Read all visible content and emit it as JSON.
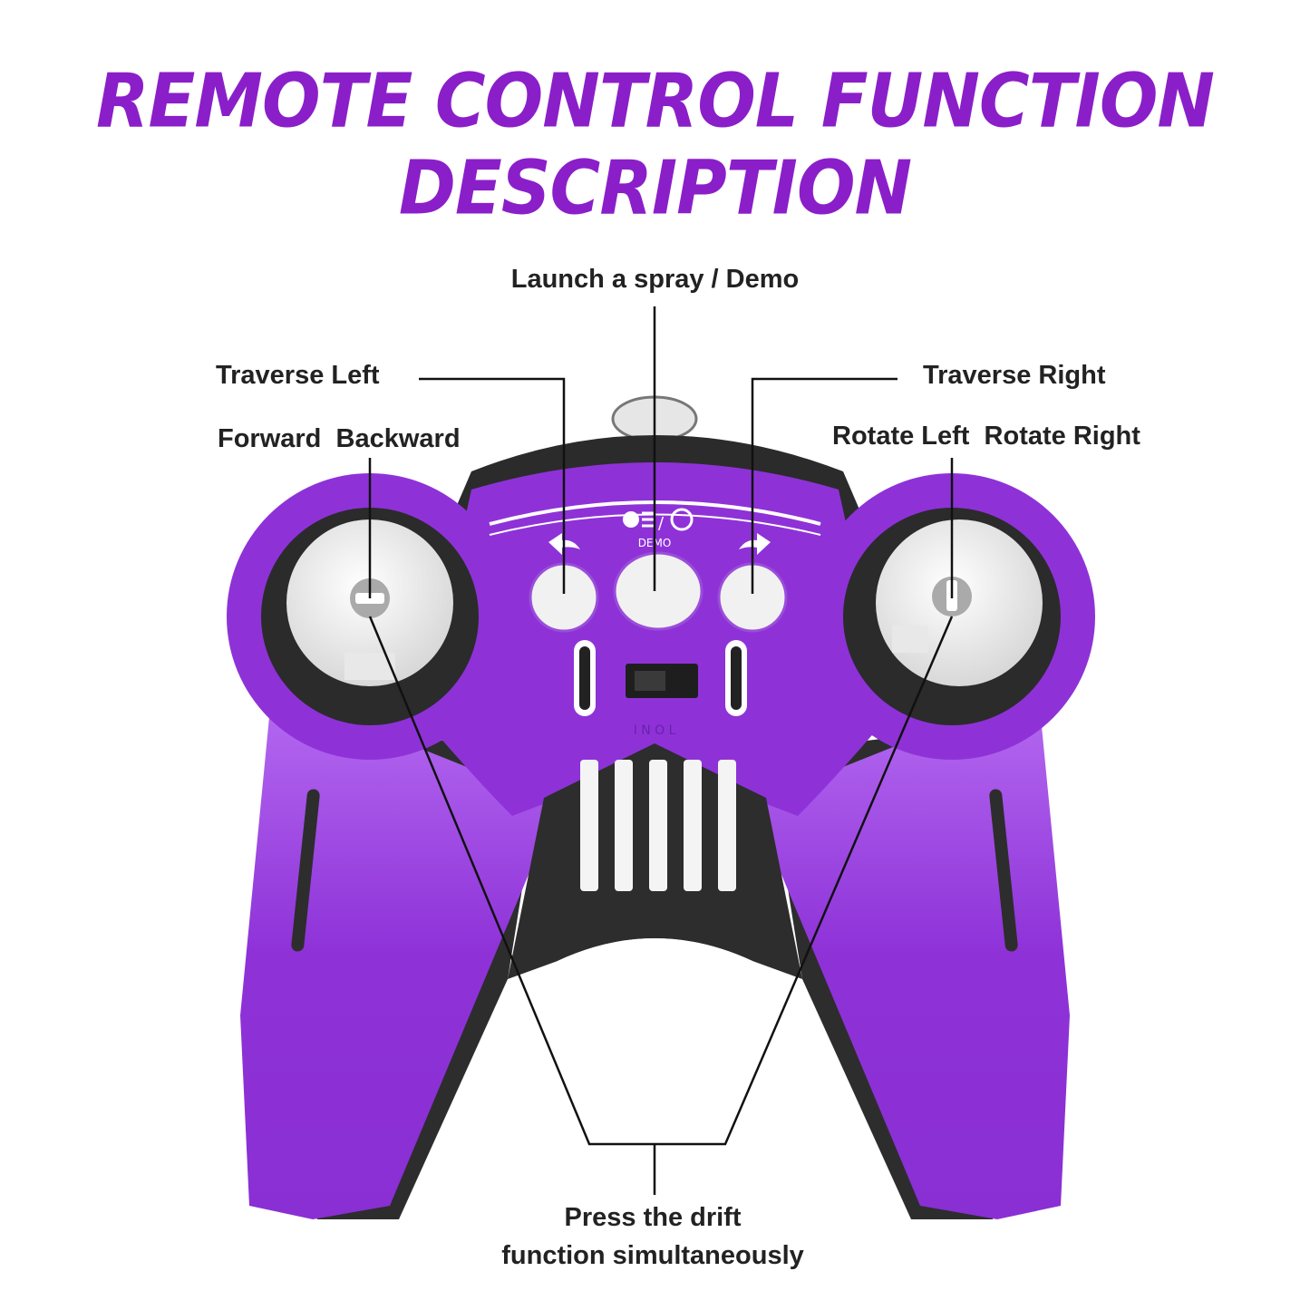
{
  "title": "REMOTE CONTROL FUNCTION DESCRIPTION",
  "labels": {
    "launch": "Launch a spray / Demo",
    "traverse_left": "Traverse Left",
    "traverse_right": "Traverse Right",
    "forward_backward": "Forward  Backward",
    "rotate": "Rotate Left  Rotate Right",
    "drift_line1": "Press the drift",
    "drift_line2": "function simultaneously"
  },
  "device": {
    "demo_text": "DEMO",
    "colors": {
      "body": "#8b2fd6",
      "body_light": "#b270f0",
      "dark": "#2a2a2a",
      "button": "#eeeeee"
    }
  }
}
